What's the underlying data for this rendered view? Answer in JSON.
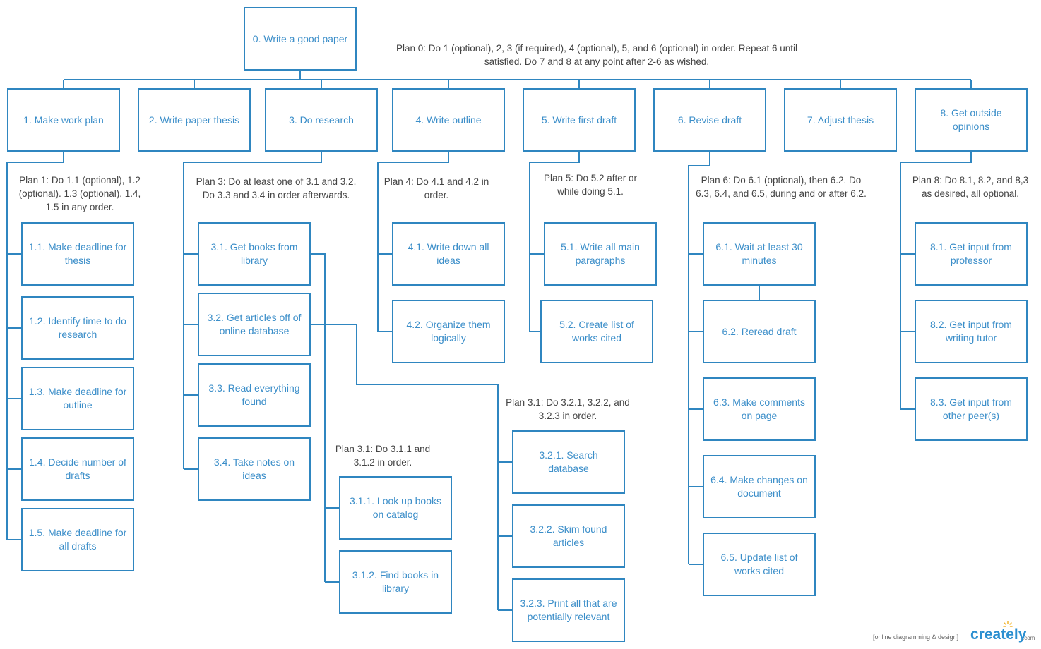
{
  "colors": {
    "line": "#2f86c0",
    "node_text": "#3b8ec9",
    "plan_text": "#444444",
    "brand": "#2b8fd0",
    "sun": "#f2b630"
  },
  "nodes": {
    "n0": "0. Write a good paper",
    "n1": "1. Make work plan",
    "n2": "2. Write paper thesis",
    "n3": "3. Do research",
    "n4": "4. Write outline",
    "n5": "5. Write first draft",
    "n6": "6. Revise draft",
    "n7": "7. Adjust thesis",
    "n8": "8. Get outside opinions",
    "n1_1": "1.1. Make deadline for thesis",
    "n1_2": "1.2. Identify time to do research",
    "n1_3": "1.3. Make deadline for outline",
    "n1_4": "1.4. Decide number of drafts",
    "n1_5": "1.5. Make deadline for all drafts",
    "n3_1": "3.1. Get books from library",
    "n3_2": "3.2. Get articles off of online database",
    "n3_3": "3.3. Read everything found",
    "n3_4": "3.4. Take notes on ideas",
    "n3_1_1": "3.1.1. Look up books on catalog",
    "n3_1_2": "3.1.2. Find books in library",
    "n3_2_1": "3.2.1. Search database",
    "n3_2_2": "3.2.2. Skim found articles",
    "n3_2_3": "3.2.3. Print all that are potentially relevant",
    "n4_1": "4.1. Write down all ideas",
    "n4_2": "4.2. Organize them logically",
    "n5_1": "5.1. Write all main paragraphs",
    "n5_2": "5.2. Create list of works cited",
    "n6_1": "6.1. Wait at least 30 minutes",
    "n6_2": "6.2. Reread draft",
    "n6_3": "6.3. Make comments on page",
    "n6_4": "6.4. Make changes on document",
    "n6_5": "6.5. Update list of works cited",
    "n8_1": "8.1.  Get input from professor",
    "n8_2": "8.2. Get input from writing tutor",
    "n8_3": "8.3. Get input from other peer(s)"
  },
  "plans": {
    "p0": "Plan 0: Do 1 (optional), 2, 3 (if required), 4 (optional), 5, and 6 (optional) in order. Repeat 6 until satisfied. Do 7 and 8 at any point after 2-6 as wished.",
    "p1": "Plan 1: Do 1.1 (optional), 1.2 (optional). 1.3 (optional), 1.4, 1.5 in any order.",
    "p3": "Plan 3: Do at least one of 3.1 and 3.2. Do 3.3 and 3.4 in order afterwards.",
    "p4": "Plan 4: Do 4.1 and 4.2 in order.",
    "p5": "Plan 5: Do 5.2 after or while doing 5.1.",
    "p6": "Plan 6: Do 6.1 (optional), then 6.2.  Do 6.3, 6.4, and 6.5, during and or after 6.2.",
    "p8": "Plan 8: Do 8.1, 8.2, and 8,3 as desired, all optional.",
    "p3_1": "Plan 3.1: Do 3.1.1 and 3.1.2 in order.",
    "p3_2": "Plan 3.1: Do 3.2.1, 3.2.2, and 3.2.3 in order."
  },
  "watermark": {
    "tagline": "[online diagramming & design]",
    "brand": "creately",
    "domain": ".com"
  }
}
